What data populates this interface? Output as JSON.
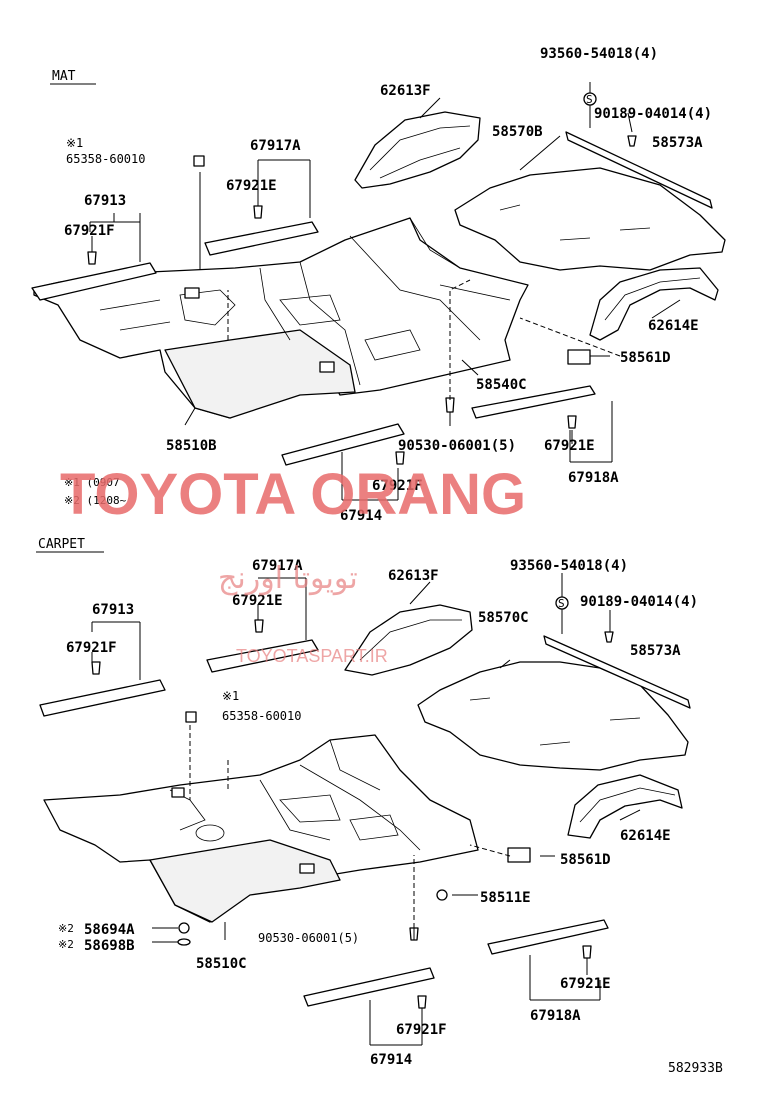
{
  "sections": {
    "mat": "MAT",
    "carpet": "CARPET"
  },
  "mat_labels": {
    "p93560": "93560-54018(4)",
    "p62613F": "62613F",
    "p90189": "90189-04014(4)",
    "p58570B": "58570B",
    "p58573A": "58573A",
    "note1": "※1",
    "p65358": "65358-60010",
    "p67917A": "67917A",
    "p67921E_a": "67921E",
    "p67913": "67913",
    "p67921F_a": "67921F",
    "p62614E": "62614E",
    "p58561D": "58561D",
    "p58540C": "58540C",
    "p58510B": "58510B",
    "p90530": "90530-06001(5)",
    "p67921E_b": "67921E",
    "p67918A": "67918A",
    "p67921F_b": "67921F",
    "p67914": "67914",
    "foot1": "※1 (0907",
    "foot2": "※2 (1208~"
  },
  "carpet_labels": {
    "p67917A": "67917A",
    "p62613F": "62613F",
    "p93560": "93560-54018(4)",
    "p67921E_a": "67921E",
    "p90189": "90189-04014(4)",
    "p67913": "67913",
    "p58570C": "58570C",
    "p67921F_a": "67921F",
    "p58573A": "58573A",
    "note1": "※1",
    "p65358": "65358-60010",
    "p62614E": "62614E",
    "p58561D": "58561D",
    "p58511E": "58511E",
    "n2a": "※2",
    "p58694A": "58694A",
    "n2b": "※2",
    "p58698B": "58698B",
    "p90530": "90530-06001(5)",
    "p58510C": "58510C",
    "p67921E_b": "67921E",
    "p67918A": "67918A",
    "p67921F_b": "67921F",
    "p67914": "67914"
  },
  "s_mark": "S",
  "watermark": {
    "main": "TOYOTA ORANG",
    "persian": "تویوتا اورنج",
    "site": "TOYOTASPART.IR"
  },
  "diagram_code": "582933B",
  "colors": {
    "watermark": "#e86a6a",
    "ink": "#000000"
  }
}
